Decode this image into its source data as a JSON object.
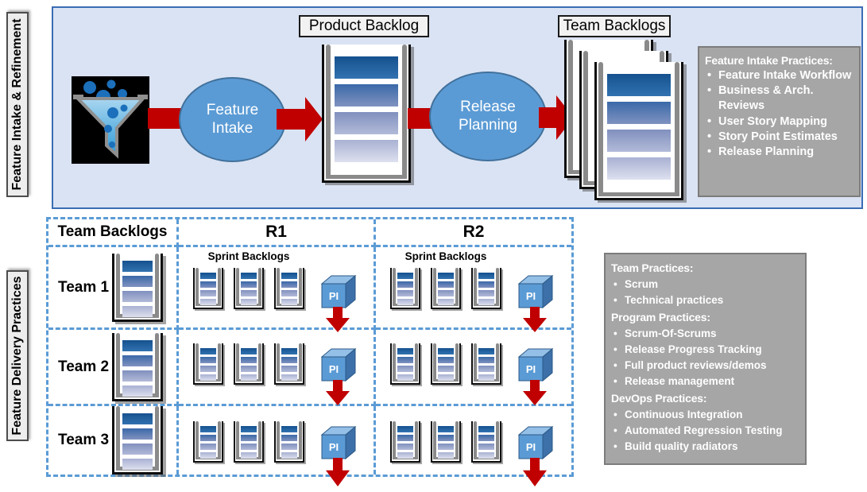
{
  "glyphs": {
    "bullet": "•"
  },
  "colors": {
    "accent_blue": "#5b9bd5",
    "dark_red": "#c00000",
    "panel_bg": "#dae3f3",
    "panel_border": "#3a6db4",
    "practices_box_gray": "#a6a6a6",
    "bar_dark_blue": "#15518f",
    "bar_light": "#dde0ee"
  },
  "top": {
    "side_label": "Feature Intake & Refinement",
    "funnel_icon": "funnel-with-ideas-icon",
    "step1_label": "Feature Intake",
    "product_backlog_label": "Product Backlog",
    "step2_label": "Release Planning",
    "team_backlogs_label": "Team Backlogs",
    "practices": {
      "title": "Feature Intake Practices:",
      "items": [
        "Feature Intake Workflow",
        "Business & Arch. Reviews",
        "User Story Mapping",
        "Story Point Estimates",
        "Release Planning"
      ]
    }
  },
  "bottom": {
    "side_label": "Feature Delivery Practices",
    "grid": {
      "headers": [
        "Team Backlogs",
        "R1",
        "R2"
      ],
      "sprint_backlogs_label": "Sprint Backlogs",
      "teams": [
        "Team 1",
        "Team 2",
        "Team 3"
      ],
      "pi_label": "PI"
    },
    "practices": {
      "sections": [
        {
          "title": "Team Practices:",
          "items": [
            "Scrum",
            "Technical practices"
          ]
        },
        {
          "title": "Program Practices:",
          "items": [
            "Scrum-Of-Scrums",
            "Release Progress Tracking",
            "Full product reviews/demos",
            "Release management"
          ]
        },
        {
          "title": "DevOps Practices:",
          "items": [
            "Continuous Integration",
            "Automated Regression Testing",
            "Build quality radiators"
          ]
        }
      ]
    }
  }
}
